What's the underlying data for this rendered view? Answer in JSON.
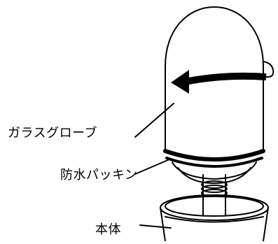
{
  "labels": {
    "glass_globe": "ガラスグローブ",
    "waterproof_gasket": "防水パッキン",
    "body": "本体"
  },
  "icons": {
    "rotation": "rotation-arrow-icon"
  },
  "colors": {
    "line": "#000000",
    "background": "#ffffff"
  }
}
